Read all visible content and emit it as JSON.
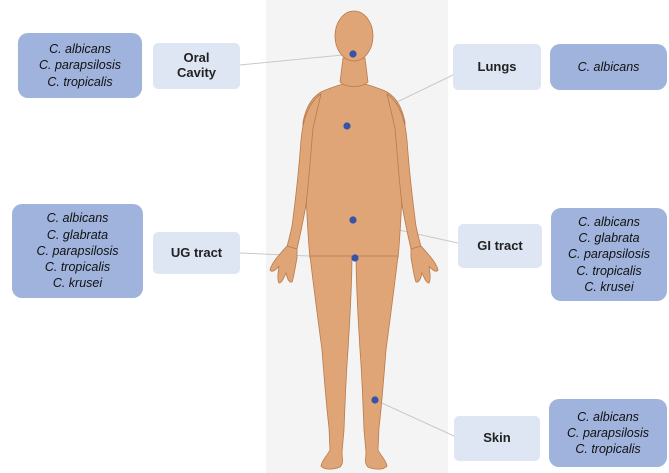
{
  "colors": {
    "body_fill": "#dfa577",
    "body_stroke": "#b97a4c",
    "site_box": "#dfe6f3",
    "species_box": "#9fb3dc",
    "marker": "#3553a8",
    "connector": "#c9c9c9"
  },
  "sites": [
    {
      "id": "oral",
      "label": "Oral\nCavity",
      "species": [
        "C. albicans",
        "C. parapsilosis",
        "C. tropicalis"
      ]
    },
    {
      "id": "lungs",
      "label": "Lungs",
      "species": [
        "C. albicans"
      ]
    },
    {
      "id": "ug",
      "label": "UG tract",
      "species": [
        "C. albicans",
        "C. glabrata",
        "C. parapsilosis",
        "C. tropicalis",
        "C. krusei"
      ]
    },
    {
      "id": "gi",
      "label": "GI tract",
      "species": [
        "C. albicans",
        "C. glabrata",
        "C. parapsilosis",
        "C. tropicalis",
        "C. krusei"
      ]
    },
    {
      "id": "skin",
      "label": "Skin",
      "species": [
        "C. albicans",
        "C. parapsilosis",
        "C. tropicalis"
      ]
    }
  ]
}
